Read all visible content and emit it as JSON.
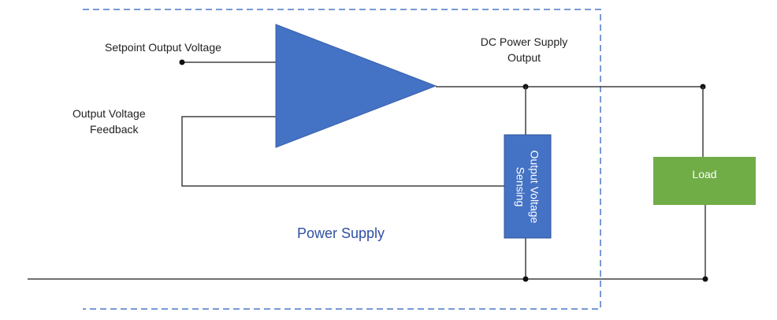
{
  "diagram": {
    "setpoint_label": "Setpoint Output Voltage",
    "feedback_label_line1": "Output Voltage",
    "feedback_label_line2": "Feedback",
    "dc_output_label_line1": "DC Power Supply",
    "dc_output_label_line2": "Output",
    "sensing_label_line1": "Output Voltage",
    "sensing_label_line2": "Sensing",
    "load_label": "Load",
    "power_supply_label": "Power Supply"
  },
  "colors": {
    "amplifier": "#4472c4",
    "sensing_block": "#4472c4",
    "load_block": "#70ad47",
    "boundary_dash": "#4a78c8",
    "wire": "#404040",
    "power_supply_text": "#2f4fa2"
  }
}
